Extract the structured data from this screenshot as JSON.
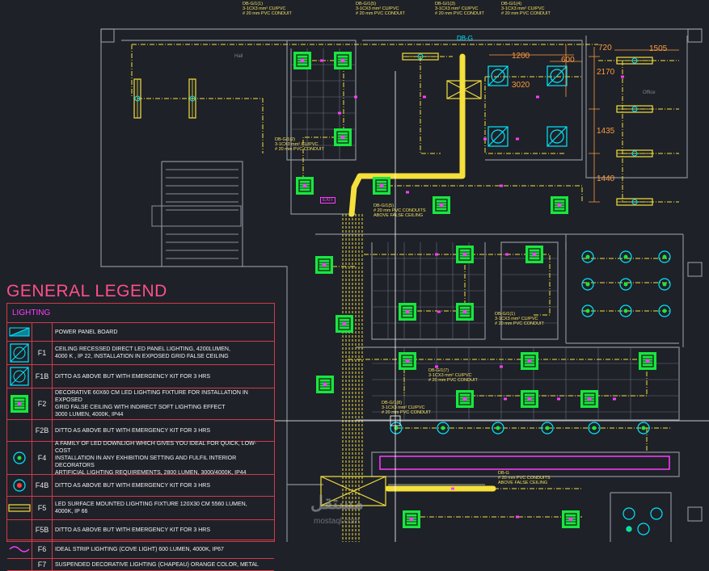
{
  "legend": {
    "title": "GENERAL LEGEND",
    "section": "LIGHTING",
    "rows": [
      {
        "code": "",
        "symbol": "panel-board",
        "desc": "POWER PANEL BOARD"
      },
      {
        "code": "F1",
        "symbol": "f1",
        "desc": "CEILING RECESSED DIRECT LED PANEL LIGHTING, 4200LUMEN,\n4000 K , IP 22, INSTALLATION IN EXPOSED GRID FALSE CEILING"
      },
      {
        "code": "F1B",
        "symbol": "f1",
        "desc": "DITTO AS ABOVE BUT WITH EMERGENCY KIT FOR 3 HRS"
      },
      {
        "code": "F2",
        "symbol": "f2",
        "desc": "DECORATIVE 60X60 CM LED LIGHTING FIXTURE FOR INSTALLATION IN EXPOSED\nGRID FALSE CEILING WITH INDIRECT SOFT LIGHTING EFFECT\n3000 LUMEN, 4000K, IP44"
      },
      {
        "code": "F2B",
        "symbol": "",
        "desc": "DITTO AS ABOVE BUT WITH EMERGENCY KIT FOR 3 HRS"
      },
      {
        "code": "F4",
        "symbol": "f4",
        "desc": "A FAMILY OF LED DOWNLIGH WHICH GIVES YOU IDEAL FOR QUICK, LOW-COST\nINSTALLATION IN ANY EXHIBITION SETTING AND FULFIL INTERIOR DECORATORS\nARTIFICIAL LIGHTING REQUIREMENTS, 2800 LUMEN, 3000/4000K, IP44"
      },
      {
        "code": "F4B",
        "symbol": "f4b",
        "desc": "DITTO AS ABOVE BUT WITH EMERGENCY KIT FOR 3 HRS"
      },
      {
        "code": "F5",
        "symbol": "f5",
        "desc": "LED SURFACE MOUNTED LIGHTING FIXTURE 120X30 CM 5560 LUMEN,\n4000K, IP 66"
      },
      {
        "code": "F5B",
        "symbol": "",
        "desc": "DITTO AS ABOVE BUT WITH EMERGENCY KIT FOR 3 HRS"
      },
      {
        "code": "F6",
        "symbol": "f6",
        "desc": "IDEAL STRIP LIGHTING (COVE LIGHT) 600 LUMEN, 4000K, IP67"
      },
      {
        "code": "F7",
        "symbol": "",
        "desc": "SUSPENDED DECORATIVE LIGHTING (CHAPEAU) ORANGE COLOR, METAL"
      }
    ]
  },
  "circuit_labels": [
    {
      "text": "DB-G/1(1)\n3-1CX3 mm² CU/PVC\n# 20 mm PVC CONDUIT"
    },
    {
      "text": "DB-G/1(5)\n3-1CX3 mm² CU/PVC\n# 20 mm PVC CONDUIT"
    },
    {
      "text": "DB-G/1(3)\n3-1CX3 mm² CU/PVC\n# 20 mm PVC CONDUIT"
    },
    {
      "text": "DB-G/1(4)\n3-1CX3 mm² CU/PVC\n# 20 mm PVC CONDUIT"
    },
    {
      "text": "DB-G/1(2)\n3-1CX3 mm² CU/PVC\n# 20 mm PVC CONDUIT"
    },
    {
      "text": "DB-G/1(5)\n# 20 mm PVC CONDUITS\nABOVE FALSE CEILING"
    },
    {
      "text": "DB-G/1(1)\n3-1CX3 mm² CU/PVC\n# 20 mm PVC CONDUIT"
    },
    {
      "text": "DB-G/1(7)\n3-1CX3 mm² CU/PVC\n# 20 mm PVC CONDUIT"
    },
    {
      "text": "DB-G/1(8)\n3-1CX3 mm² CU/PVC\n# 20 mm PVC CONDUIT"
    },
    {
      "text": "DB-G\n# 20 mm PVC CONDUITS\nABOVE FALSE CEILING"
    }
  ],
  "dimensions": [
    "1200",
    "600",
    "3020",
    "720",
    "1505",
    "2170",
    "1435",
    "1440"
  ],
  "tags": {
    "db": "DB-G",
    "exit": "EXIT"
  },
  "room_names": [
    "Hall",
    "Office"
  ],
  "watermark": {
    "ar": "مستقل",
    "en": "mostaql.com"
  },
  "colors": {
    "background": "#1e2128",
    "wall": "#8a8f99",
    "conduit": "#f5e03c",
    "fixture": "#19e640",
    "accent": "#ff3cff",
    "legend_border": "#d23a4a",
    "dimension": "#ff9a3c"
  }
}
